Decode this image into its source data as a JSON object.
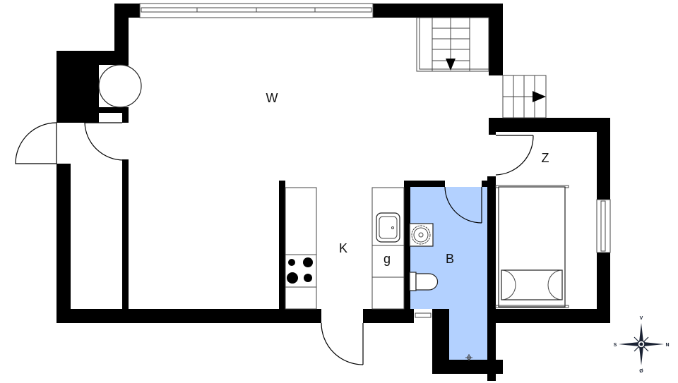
{
  "plan": {
    "title": "Floor plan",
    "rooms": [
      {
        "id": "living",
        "label": "W"
      },
      {
        "id": "kitchen",
        "label": "K"
      },
      {
        "id": "bathroom",
        "label": "B"
      },
      {
        "id": "bedroom",
        "label": "Z"
      },
      {
        "id": "utility",
        "label": "g"
      }
    ],
    "colors": {
      "wall": "#000000",
      "bathroom_fill": "#b3d1ff",
      "compass": "#1a2233"
    }
  },
  "compass": {
    "north": "N",
    "south": "S",
    "west": "V",
    "east": "Ø"
  }
}
